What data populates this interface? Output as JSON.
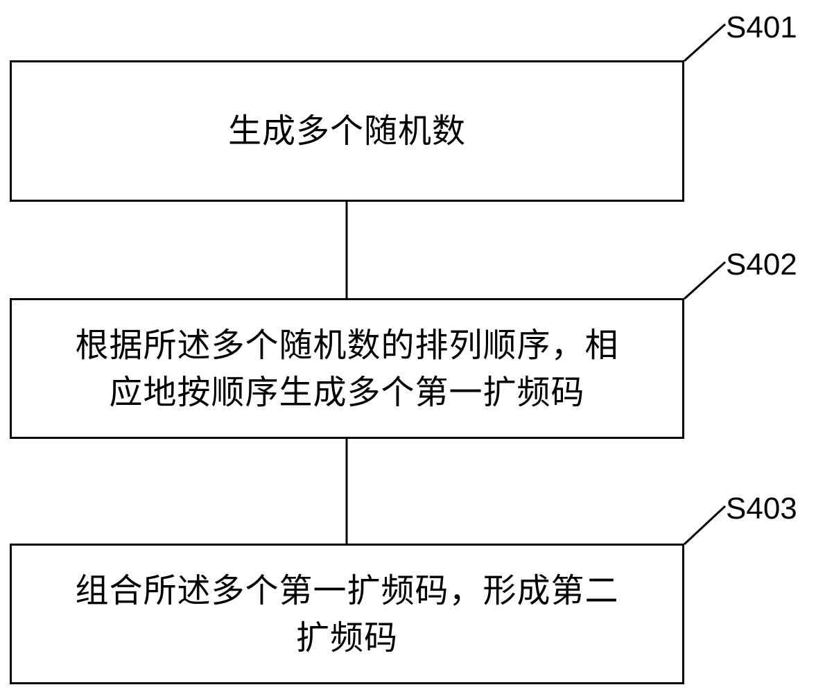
{
  "steps": [
    {
      "id": "S401",
      "text": "生成多个随机数"
    },
    {
      "id": "S402",
      "text": "根据所述多个随机数的排列顺序，相\n应地按顺序生成多个第一扩频码"
    },
    {
      "id": "S403",
      "text": "组合所述多个第一扩频码，形成第二\n扩频码"
    }
  ]
}
